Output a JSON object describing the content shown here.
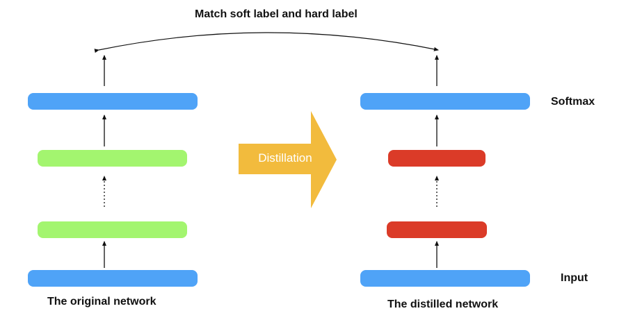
{
  "title": "Match soft label and hard label",
  "center_arrow": {
    "label": "Distillation",
    "color": "#f2bb3d"
  },
  "side_labels": {
    "top": "Softmax",
    "bottom": "Input"
  },
  "captions": {
    "original": "The original network",
    "distilled": "The distilled network"
  },
  "colors": {
    "io_layer": "#4fa3f7",
    "teacher_hidden": "#a3f56f",
    "student_hidden": "#db3b28",
    "arrow": "#111111",
    "text": "#111111"
  }
}
